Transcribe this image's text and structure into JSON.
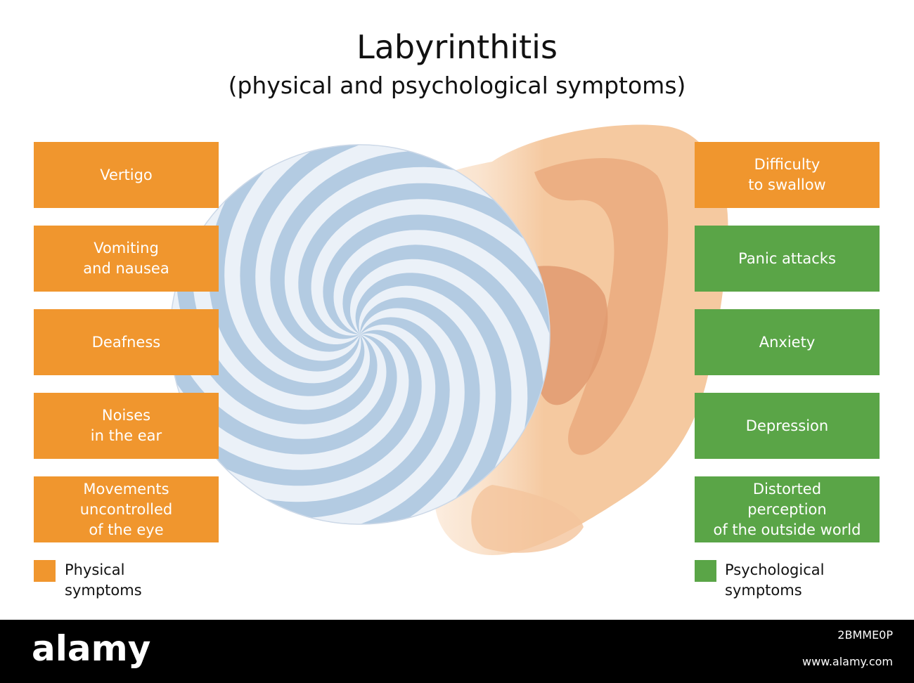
{
  "title": "Labyrinthitis",
  "subtitle": "(physical and psychological symptoms)",
  "colors": {
    "physical": "#f0962e",
    "psychological": "#5aa547",
    "spiral_blue": "#a9c4df",
    "ear_skin": "#f5c9a0"
  },
  "physical_symptoms": [
    {
      "label": "Vertigo"
    },
    {
      "label": "Vomiting\nand nausea"
    },
    {
      "label": "Deafness"
    },
    {
      "label": "Noises\nin the ear"
    },
    {
      "label": "Movements\nuncontrolled\nof the eye"
    }
  ],
  "psychological_symptoms": [
    {
      "label": "Difficulty\nto swallow",
      "category": "physical"
    },
    {
      "label": "Panic attacks",
      "category": "psychological"
    },
    {
      "label": "Anxiety",
      "category": "psychological"
    },
    {
      "label": "Depression",
      "category": "psychological"
    },
    {
      "label": "Distorted\nperception\nof the outside world",
      "category": "psychological"
    }
  ],
  "legend": {
    "physical_label": "Physical\nsymptoms",
    "psychological_label": "Psychological\nsymptoms"
  },
  "footer": {
    "brand": "alamy",
    "image_id": "2BMME0P",
    "url": "www.alamy.com"
  }
}
